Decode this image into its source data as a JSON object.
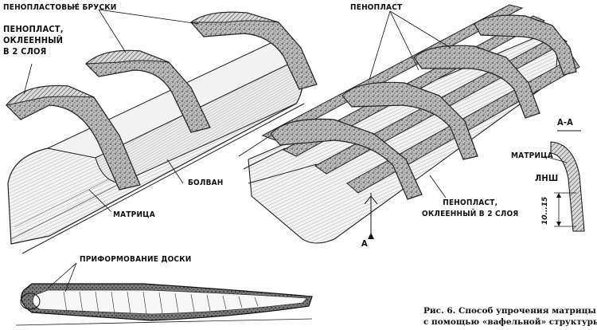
{
  "labels": {
    "foam_bars": "ПЕНОПЛАСТОВЫЕ БРУСКИ",
    "foam_glued_left": "ПЕНОПЛАСТ,\nОКЛЕЕННЫЙ\nВ 2 СЛОЯ",
    "bolvan": "БОЛВАН",
    "matrix_left": "МАТРИЦА",
    "foam_right": "ПЕНОПЛАСТ",
    "foam_glued_right": "ПЕНОПЛАСТ,\nОКЛЕЕННЫЙ В 2 СЛОЯ",
    "arrow_a": "А",
    "section_title": "А-А",
    "matrix_section": "МАТРИЦА",
    "lnsh": "ЛНШ",
    "dimension": "10...15",
    "preforming": "ПРИФОРМОВАНИЕ ДОСКИ"
  },
  "caption": {
    "line1": "Рис. 6. Способ упрочения матрицы",
    "line2": "с помощью «вафельной» структуры."
  }
}
